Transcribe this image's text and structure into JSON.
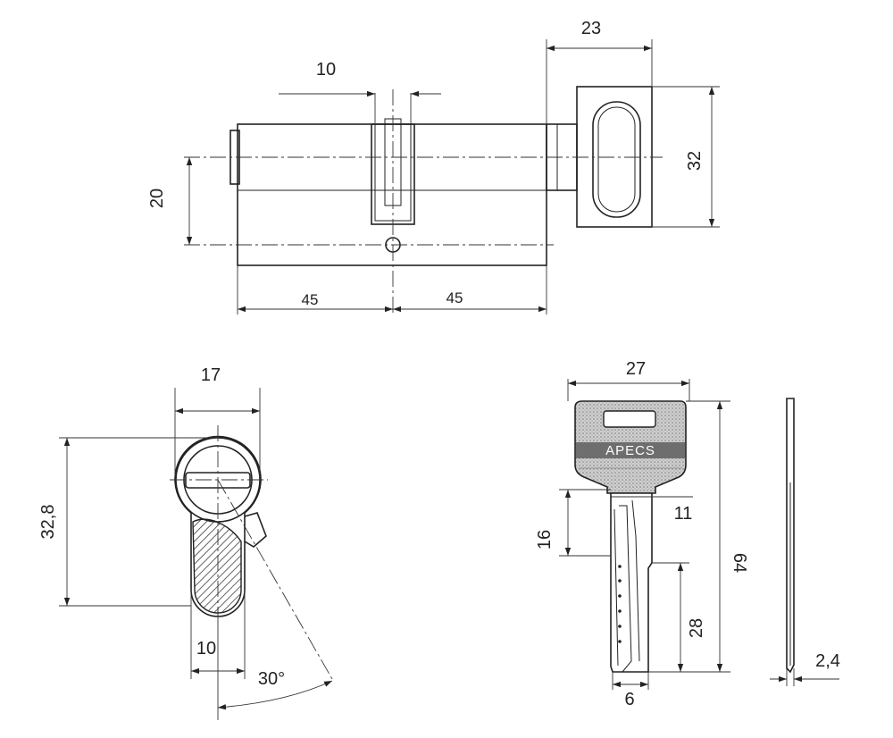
{
  "top_view": {
    "dims": {
      "cam_width": "10",
      "knob_width": "23",
      "knob_height": "32",
      "axis_offset": "20",
      "left_length": "45",
      "right_length": "45"
    }
  },
  "front_view": {
    "dims": {
      "width": "17",
      "height": "32,8",
      "bottom_width": "10",
      "angle": "30°"
    }
  },
  "key_view": {
    "brand": "APECS",
    "dims": {
      "head_width": "27",
      "shoulder": "16",
      "blade_width": "11",
      "total_length": "64",
      "blade_length": "28",
      "tip_width": "6",
      "thickness": "2,4"
    }
  },
  "colors": {
    "line": "#222222",
    "background": "#ffffff"
  }
}
